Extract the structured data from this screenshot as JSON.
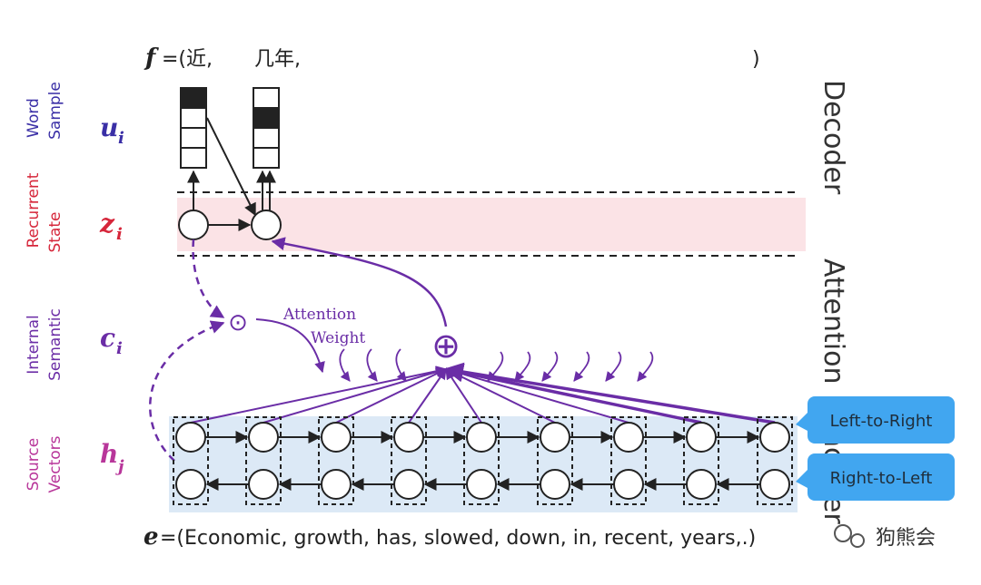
{
  "header": {
    "f_symbol": "f",
    "f_open": "=(近,",
    "f_word2": "几年,",
    "f_close": ")"
  },
  "rows": {
    "word_sample": {
      "label_line1": "Word",
      "label_line2": "Sample",
      "symbol": "u",
      "subscript": "i",
      "color": "#3a2fa6"
    },
    "recurrent_state": {
      "label_line1": "Recurrent",
      "label_line2": "State",
      "symbol": "z",
      "subscript": "i",
      "color": "#d6263a"
    },
    "internal_semantic": {
      "label_line1": "Internal",
      "label_line2": "Semantic",
      "symbol": "c",
      "subscript": "i",
      "color": "#6b2da6"
    },
    "source_vectors": {
      "label_line1": "Source",
      "label_line2": "Vectors",
      "symbol": "h",
      "subscript": "j",
      "color": "#b8369a"
    }
  },
  "side_labels": {
    "decoder": "Decoder",
    "attention": "Attention",
    "encoder": "Encoder"
  },
  "attention": {
    "label_line1": "Attention",
    "label_line2": "Weight",
    "sum_symbol": "⊕",
    "dot_symbol": "⊙"
  },
  "direction_tags": {
    "left_to_right": "Left-to-Right",
    "right_to_left": "Right-to-Left",
    "tag_color": "#41a6f0"
  },
  "source_sentence": {
    "symbol": "e",
    "text": "=(Economic, growth, has, slowed, down, in, recent, years,.)"
  },
  "watermark": "狗熊会",
  "colors": {
    "purple": "#6a2da6",
    "decoder_band": "#fbe3e6",
    "encoder_band": "#dce9f6"
  }
}
